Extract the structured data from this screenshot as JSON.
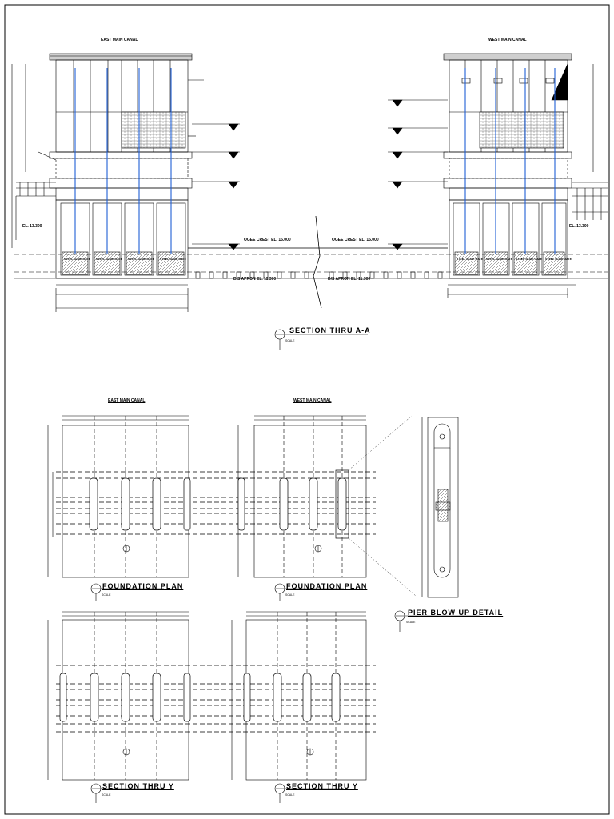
{
  "sheet": {
    "canal_labels": {
      "section_east": "EAST MAIN CANAL",
      "section_west": "WEST MAIN CANAL",
      "plan_east": "EAST MAIN CANAL",
      "plan_west": "WEST MAIN CANAL"
    },
    "titles": {
      "section_aa": "SECTION THRU A-A",
      "foundation_plan_1": "FOUNDATION PLAN",
      "foundation_plan_2": "FOUNDATION PLAN",
      "pier_detail": "PIER BLOW UP DETAIL",
      "section_y_1": "SECTION THRU Y",
      "section_y_2": "SECTION THRU Y"
    },
    "scale_word": "SCALE",
    "elevations": {
      "el_left": "EL. 13.300",
      "el_right": "EL. 13.300",
      "crest_left": "OGEE CREST EL. 15.000",
      "crest_right": "OGEE CREST EL. 15.000",
      "apron_left": "D/S APRON EL. 11.300",
      "apron_right": "D/S APRON EL. 11.300"
    },
    "gate_labels": [
      "STEEL SLIDE GATE",
      "STEEL SLIDE GATE",
      "STEEL SLIDE GATE",
      "STEEL SLIDE GATE",
      "STEEL SLIDE GATE",
      "STEEL SLIDE GATE",
      "STEEL SLIDE GATE",
      "STEEL SLIDE GATE"
    ],
    "colors": {
      "line": "#000000",
      "accent": "#1f5fd6",
      "hatch": "#555555"
    }
  }
}
